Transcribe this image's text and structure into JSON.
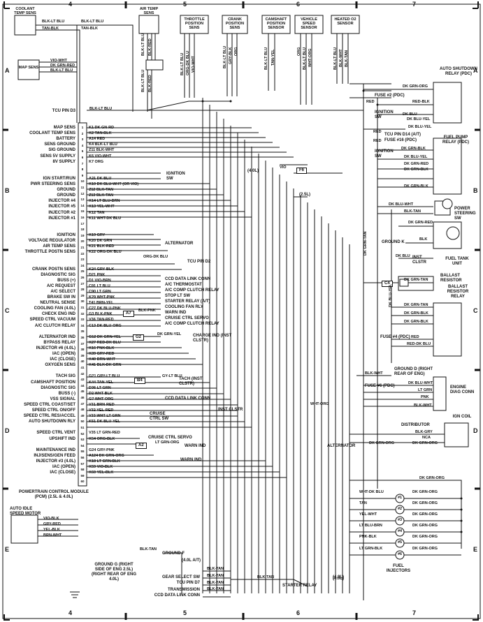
{
  "grid": {
    "columns": [
      "4",
      "5",
      "6",
      "7"
    ],
    "rows": [
      "A",
      "B",
      "C",
      "D",
      "E"
    ]
  },
  "top_components": {
    "coolant_temp": "COOLANT TEMP SENS",
    "air_temp": "AIR TEMP SENS",
    "throttle": "THROTTLE POSITION SENS",
    "crank": "CRANK POSITION SENS",
    "camshaft": "CAMSHAFT POSITION SENSOR",
    "vehicle_speed": "VEHICLE SPEED SENSOR",
    "heated_o2": "HEATED O2 SENSOR"
  },
  "top_wires": {
    "coolant_1": "BLK-LT BLU",
    "coolant_2": "TAN-BLK",
    "air_1": "BLK-LT BLU",
    "air_2": "BLK-RED",
    "tps_1": "BLK-LT BLU",
    "tps_2": "ORG-DK BLU",
    "tps_3": "VIO-WHT",
    "crank_1": "BLK-LT BLU",
    "crank_2": "GRY-BLK",
    "crank_3": "ORG",
    "cam_1": "BLK-LT BLU",
    "cam_2": "TAN-YEL",
    "vss_1": "ORG",
    "vss_2": "BLK-LT BLU",
    "vss_3": "WHT-ORG",
    "o2_1": "BLK-LT BLU",
    "o2_2": "BLK-WHT",
    "o2_3": "BLK-TAN",
    "air_lower_1": "BLK-LT BLU",
    "air_lower_2": "BLK-RED"
  },
  "map_sens": {
    "label": "MAP SENS",
    "w1": "VIO-WHT",
    "w2": "DK GRN-RED",
    "w3": "BLK-LT BLU"
  },
  "tcu_pin_d3": "TCU PIN D3",
  "tcu_wire": "BLK-LT BLU",
  "pcm_labels": [
    {
      "label": "MAP SENS",
      "pin": "K1 DK GN-RD"
    },
    {
      "label": "COOLANT TEMP SENS",
      "pin": "K2 TAN-BLK"
    },
    {
      "label": "BATTERY",
      "pin": "A14 RED"
    },
    {
      "label": "SENS GROUND",
      "pin": "K4 BLK-LT BLU"
    },
    {
      "label": "SIG GROUND",
      "pin": "Z11 BLK-WHT"
    },
    {
      "label": "SENS 5V SUPPLY",
      "pin": "K6 VIO-WHT"
    },
    {
      "label": "8V SUPPLY",
      "pin": "K7 ORG"
    },
    {
      "label": "IGN START/RUN",
      "pin": "A21 DK BLU"
    },
    {
      "label": "PWR STEERING SENS",
      "pin": "K10 DK BLU-WHT (OR VIO)"
    },
    {
      "label": "GROUND",
      "pin": "Z12 BLK-TAN"
    },
    {
      "label": "GROUND",
      "pin": "Z13 BLK-TAN"
    },
    {
      "label": "INJECTOR #4",
      "pin": "K14 LT BLU-BRN"
    },
    {
      "label": "INJECTOR #5",
      "pin": "K13 YEL-WHT"
    },
    {
      "label": "INJECTOR #2",
      "pin": "K12 TAN"
    },
    {
      "label": "INJECTOR #1",
      "pin": "K11 WHT-DK BLU"
    },
    {
      "label": "IGNITION",
      "pin": "K19 GRY"
    },
    {
      "label": "VOLTAGE REGULATOR",
      "pin": "K20 DK GRN"
    },
    {
      "label": "AIR TEMP SENS",
      "pin": "K21 BLK-RED"
    },
    {
      "label": "THROTTLE POSTN SENS",
      "pin": "K22 ORG-DK BLU"
    },
    {
      "label": "CRANK POSTN SENS",
      "pin": "K24 GRY-BLK"
    },
    {
      "label": "DIAGNOSTIC SIG",
      "pin": "D21 PNK"
    },
    {
      "label": "BUSS (+)",
      "pin": "D1 VIO-BRN"
    },
    {
      "label": "A/C REQUEST",
      "pin": "C91 LT BLU"
    },
    {
      "label": "A/C SELECT",
      "pin": "C90 LT GRN"
    },
    {
      "label": "BRAKE SW IN",
      "pin": "K29 WHT-PNK"
    },
    {
      "label": "NEUTRAL SENSE",
      "pin": "T41 BRN-YEL"
    },
    {
      "label": "COOLING FAN (4.0L)",
      "pin": "C27 DK BLU-PNK"
    },
    {
      "label": "CHECK ENG IND",
      "pin": "G3 BLK-PNK"
    },
    {
      "label": "SPEED CTRL VACUUM",
      "pin": "V36 TAN-RED"
    },
    {
      "label": "A/C CLUTCH RELAY",
      "pin": "C13 DK BLU-ORG"
    },
    {
      "label": "ALTERNATOR IND",
      "pin": "G12 DK GRN-YEL"
    },
    {
      "label": "BYPASS RELAY",
      "pin": "K27 RED-DK BLU"
    },
    {
      "label": "INJECTOR #6 (4.0L)",
      "pin": "K16 PNK-BLK"
    },
    {
      "label": "IAC (OPEN)",
      "pin": "K39 GRY-RED"
    },
    {
      "label": "IAC (CLOSE)",
      "pin": "K40 BRN-WHT"
    },
    {
      "label": "OXYGEN SENS",
      "pin": "K41 BLK-DK GRN"
    },
    {
      "label": "TACH SIG",
      "pin": "G21 GRY-LT BLU"
    },
    {
      "label": "CAMSHAFT POSITION",
      "pin": "K44 TAN-YEL"
    },
    {
      "label": "DIAGNOSTIC SIG",
      "pin": "D36 LT GRN"
    },
    {
      "label": "BUSS (-)",
      "pin": "D2 WHT-BLK"
    },
    {
      "label": "VSS SIGNAL",
      "pin": "G7 WHT-ORG"
    },
    {
      "label": "SPEED CTRL COAST/SET",
      "pin": "V31 BRN-RED"
    },
    {
      "label": "SPEED CTRL ON/OFF",
      "pin": "V32 YEL-RED"
    },
    {
      "label": "SPEED CTRL RES/ACCEL",
      "pin": "V33 WHT-LT GRN"
    },
    {
      "label": "AUTO SHUTDOWN RLY",
      "pin": "K51 DK BLU-YEL"
    },
    {
      "label": "SPEED CTRL VENT",
      "pin": "V35 LT GRN-RED"
    },
    {
      "label": "UPSHIFT IND",
      "pin": "K54 ORG-BLK"
    },
    {
      "label": "MAINTENANCE IND",
      "pin": "G24 GRY-PNK"
    },
    {
      "label": "INJ/SENS/GEN FEED",
      "pin": "A124 DK GRN-ORG"
    },
    {
      "label": "INJECTOR #3 (4.0L)",
      "pin": "K18 LT GRN-BLK"
    },
    {
      "label": "IAC (OPEN)",
      "pin": "K59 VIO-BLK"
    },
    {
      "label": "IAC (CLOSE)",
      "pin": "K60 YEL-BLK"
    }
  ],
  "pcm_title": "POWERTRAIN CONTROL MODULE (PCM) (2.5L & 4.0L)",
  "pin_numbers": [
    "1",
    "2",
    "3",
    "4",
    "5",
    "6",
    "7",
    "8",
    "9",
    "10",
    "11",
    "12",
    "13",
    "14",
    "15",
    "16",
    "17",
    "18",
    "19",
    "20",
    "21",
    "22",
    "23",
    "24",
    "25",
    "26",
    "27",
    "28",
    "29",
    "30",
    "31",
    "32",
    "33",
    "34",
    "35",
    "36",
    "37",
    "38",
    "39",
    "40",
    "41",
    "42",
    "43",
    "44",
    "45",
    "46",
    "47",
    "48",
    "49",
    "50",
    "51",
    "52",
    "53",
    "54",
    "55",
    "56",
    "57",
    "58",
    "59",
    "60"
  ],
  "mid_labels": {
    "ignition_sw": "IGNITION SW",
    "alternator": "ALTERNATOR",
    "tcu_pin_d2": "TCU PIN D2",
    "ccd_conn": "CCD DATA LINK CONN",
    "ac_thermostat": "A/C THERMOSTAT",
    "ac_comp_clutch": "A/C COMP CLUTCH RELAY",
    "stop_lt_sw": "STOP LT SW",
    "starter_relay": "STARTER RELAY (A/T)",
    "cooling_fan_rly": "COOLING FAN RLY",
    "warn_ind": "WARN IND",
    "cruise_servo": "CRUISE CTRL SERVO",
    "ac_comp_clutch2": "A/C COMP CLUTCH RELAY",
    "a7": "A7",
    "a7_wire": "BLK-PNK",
    "g2": "G2",
    "charge_ind": "CHARGE IND (INST CLSTR)",
    "charge_wire": "DK GRN-YEL",
    "b4": "B4",
    "tach": "TACH (INST CLSTR)",
    "tach_wire": "GY-LT BLU",
    "ccd_conn2": "CCD DATA LINK CONN",
    "inst_clstr": "INST CLSTR",
    "cruise_ctrl_sw": "CRUISE CTRL SW",
    "cruise_servo2": "CRUISE CTRL SERVO",
    "a2": "A2",
    "warn_ind2": "WARN IND",
    "warn_wire": "LT GRN-ORG",
    "warn_ind3": "WARN IND",
    "viol": "VIO",
    "f6": "F6",
    "l40": "(4.0L)",
    "l25": "(2.5L)",
    "org_dk_blu": "ORG-DK BLU"
  },
  "right_components": {
    "asd_relay": "AUTO SHUTDOWN RELAY (PDC)",
    "fuse2": "FUSE #2 (PDC)",
    "ign_sw": "IGNITION SW",
    "tcu_pin_d14": "TCU PIN D14 (A/T)",
    "fuse16": "FUSE #16 (PDC)",
    "fuel_pump_relay": "FUEL PUMP RELAY (PDC)",
    "ign_sw2": "IGNITION SW",
    "power_steering": "POWER STEERING SW",
    "ground_k": "GROUND K",
    "inst_clstr": "INST CLSTR",
    "fuel_tank": "FUEL TANK UNIT",
    "c4": "C4",
    "ballast_resistor": "BALLAST RESISTOR",
    "ballast_relay": "BALLAST RESISTOR RELAY",
    "fuse4": "FUSE #4 (PDC)",
    "ground_d": "GROUND D (RIGHT REAR OF ENG)",
    "fuse6": "FUSE #6 (PDC)",
    "engine_diag": "ENGINE DIAG CONN",
    "distributor": "DISTRIBUTOR",
    "ign_coil": "IGN COIL",
    "alternator": "ALTERNATOR",
    "fuel_injectors": "FUEL INJECTORS",
    "l40": "(4.0L)"
  },
  "right_wires": {
    "asd1": "DK GRN-ORG",
    "asd2": "RED-BLK",
    "asd3": "DK BLU-YEL",
    "asd_red": "RED",
    "asd_red2": "RED",
    "ign_dk_blu": "DK BLU",
    "dk_blu_yel": "DK BLU-YEL",
    "fp1": "RED",
    "fp2": "DK GRN-BLK",
    "fp3": "DK BLU-YEL",
    "fp4": "DK GRN-RED",
    "fp5": "DK GRN-BLK",
    "fp6": "DK GRN-BLK",
    "ps1": "DK BLU-WHT",
    "ps2": "BLK-TAN",
    "ft1": "DK GRN-RED",
    "ft2": "BLK",
    "ft3": "DK BLU",
    "ft_dk_grn_tan": "DK GRN-TAN",
    "br1": "DK GRN-TAN",
    "brr1": "DK GRN-TAN",
    "brr2": "DK GRN-BLK",
    "brr3": "DK GRN-BLK",
    "brr4": "RED",
    "brr5": "RED-DK BLU",
    "gd1": "BLK-WHT",
    "ed1": "DK BLU-WHT",
    "ed2": "LT GRN",
    "ed3": "PNK",
    "ed4": "BLK-WHT",
    "ed5": "WHT-ORG",
    "dist1": "BLK-GRY",
    "dist2": "NCA",
    "dist3": "DK GRN-ORG",
    "alt1": "DK GRN-ORG",
    "dk_grn_tan_v": "DK GRN-TAN",
    "dk_blu_yel_v": "DK BLU-YEL",
    "dk_grn_org_bottom": "DK GRN-ORG"
  },
  "injectors": [
    {
      "num": "#1",
      "left": "WHT-DK BLU",
      "right": "DK GRN-ORG"
    },
    {
      "num": "#2",
      "left": "TAN",
      "right": "DK GRN-ORG"
    },
    {
      "num": "#3",
      "left": "YEL-WHT",
      "right": "DK GRN-ORG"
    },
    {
      "num": "#4",
      "left": "LT BLU-BRN",
      "right": "DK GRN-ORG"
    },
    {
      "num": "#5",
      "left": "PNK-BLK",
      "right": "DK GRN-ORG"
    },
    {
      "num": "#6",
      "left": "LT GRN-BLK",
      "right": "DK GRN-ORG"
    }
  ],
  "idle_motor": {
    "label": "AUTO IDLE SPEED MOTOR",
    "w1": "VIO-BLK",
    "w2": "GRY-RED",
    "w3": "YEL-BLK",
    "w4": "BRN-WHT"
  },
  "bottom": {
    "ground_g": "GROUND G (RIGHT SIDE OF ENG 2.5L) (RIGHT REAR OF ENG 4.0L)",
    "ground_f": "GROUND F",
    "l40at": "(4.0L A/T)",
    "blk_tan": "BLK-TAN",
    "gear_select": "GEAR SELECT SW",
    "tcu_pin_d7": "TCU PIN D7",
    "transmission": "TRANSMISSION",
    "ccd_conn": "CCD DATA LINK CONN",
    "starter_relay": "STARTER RELAY",
    "bt1": "BLK-TAN",
    "bt2": "BLK-TAN",
    "bt3": "BLK-TAN",
    "bt4": "BLK-TAN",
    "bt5": "BLK-TAN",
    "l40": "(4.0L)"
  }
}
